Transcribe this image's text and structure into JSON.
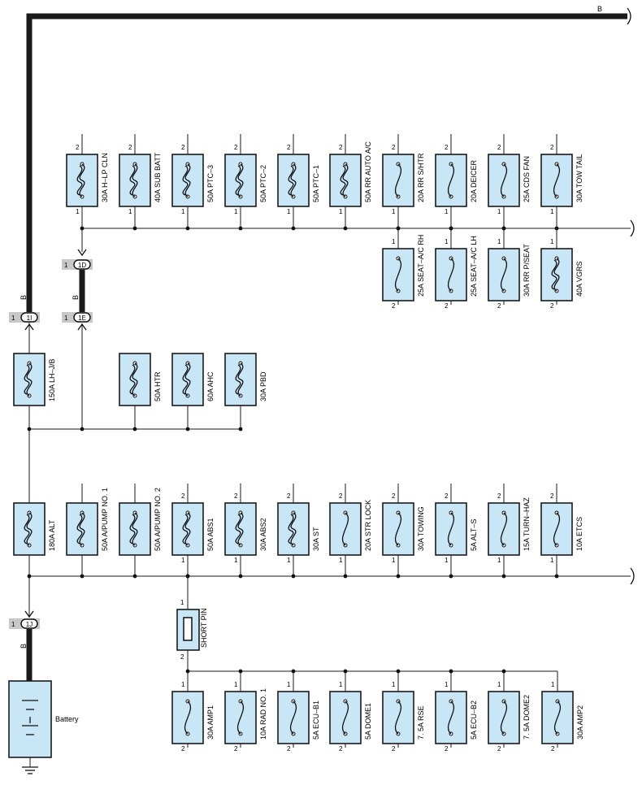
{
  "colors": {
    "fuse_fill": "#c9e6f7",
    "wire": "#1a1a1a",
    "connector_tab": "#c8c8c8"
  },
  "wire_color_labels": {
    "top_bus": "B",
    "left_riser": "B",
    "mid_riser": "B",
    "battery_lead": "B"
  },
  "connectors": [
    {
      "id": "1D",
      "pin": "1"
    },
    {
      "id": "1I",
      "pin": "1"
    },
    {
      "id": "1E",
      "pin": "1"
    },
    {
      "id": "1J",
      "pin": "1"
    }
  ],
  "rows": {
    "row_upper": [
      {
        "label": "30A H–LP CLN",
        "type": "fusible",
        "pin_top": "2",
        "pin_bottom": "1"
      },
      {
        "label": "40A SUB BATT",
        "type": "fusible",
        "pin_top": "2",
        "pin_bottom": "1"
      },
      {
        "label": "50A PTC–3",
        "type": "fusible",
        "pin_top": "2",
        "pin_bottom": "1"
      },
      {
        "label": "50A PTC–2",
        "type": "fusible",
        "pin_top": "2",
        "pin_bottom": "1"
      },
      {
        "label": "50A PTC–1",
        "type": "fusible",
        "pin_top": "2",
        "pin_bottom": "1"
      },
      {
        "label": "50A RR AUTO A/C",
        "type": "fusible",
        "pin_top": "2",
        "pin_bottom": "1"
      },
      {
        "label": "20A RR S/HTR",
        "type": "fuse",
        "pin_top": "2",
        "pin_bottom": "1"
      },
      {
        "label": "20A DEICER",
        "type": "fuse",
        "pin_top": "2",
        "pin_bottom": "1"
      },
      {
        "label": "25A CDS FAN",
        "type": "fuse",
        "pin_top": "2",
        "pin_bottom": "1"
      },
      {
        "label": "30A TOW TAIL",
        "type": "fuse",
        "pin_top": "2",
        "pin_bottom": "1"
      }
    ],
    "row_seat": [
      {
        "label": "25A SEAT–A/C RH",
        "type": "fuse",
        "pin_top": "1",
        "pin_bottom": "2"
      },
      {
        "label": "25A SEAT–A/C LH",
        "type": "fuse",
        "pin_top": "1",
        "pin_bottom": "2"
      },
      {
        "label": "30A RR P/SEAT",
        "type": "fuse",
        "pin_top": "1",
        "pin_bottom": "2"
      },
      {
        "label": "40A VGRS",
        "type": "fusible",
        "pin_top": "1",
        "pin_bottom": "2"
      }
    ],
    "row_mid": [
      {
        "label": "150A LH–J/B",
        "type": "fusible",
        "pin_top": "",
        "pin_bottom": ""
      },
      {
        "label": "50A HTR",
        "type": "fusible",
        "pin_top": "",
        "pin_bottom": ""
      },
      {
        "label": "60A AHC",
        "type": "fusible",
        "pin_top": "",
        "pin_bottom": ""
      },
      {
        "label": "30A PBD",
        "type": "fusible",
        "pin_top": "",
        "pin_bottom": ""
      }
    ],
    "row_lower": [
      {
        "label": "180A ALT",
        "type": "fusible",
        "pin_top": "",
        "pin_bottom": ""
      },
      {
        "label": "50A A/PUMP NO. 1",
        "type": "fusible",
        "pin_top": "",
        "pin_bottom": ""
      },
      {
        "label": "50A A/PUMP NO. 2",
        "type": "fusible",
        "pin_top": "",
        "pin_bottom": ""
      },
      {
        "label": "50A ABS1",
        "type": "fusible",
        "pin_top": "2",
        "pin_bottom": "1"
      },
      {
        "label": "30A ABS2",
        "type": "fusible",
        "pin_top": "2",
        "pin_bottom": "1"
      },
      {
        "label": "30A ST",
        "type": "fusible",
        "pin_top": "2",
        "pin_bottom": "1"
      },
      {
        "label": "20A STR LOCK",
        "type": "fuse",
        "pin_top": "2",
        "pin_bottom": "1"
      },
      {
        "label": "30A TOWING",
        "type": "fuse",
        "pin_top": "2",
        "pin_bottom": "1"
      },
      {
        "label": "5A ALT–S",
        "type": "fuse",
        "pin_top": "2",
        "pin_bottom": "1"
      },
      {
        "label": "15A TURN–HAZ",
        "type": "fuse",
        "pin_top": "2",
        "pin_bottom": "1"
      },
      {
        "label": "10A ETCS",
        "type": "fuse",
        "pin_top": "2",
        "pin_bottom": "1"
      }
    ],
    "row_bottom": [
      {
        "label": "30A AMP1",
        "type": "fuse",
        "pin_top": "1",
        "pin_bottom": "2"
      },
      {
        "label": "10A RAD NO. 1",
        "type": "fuse",
        "pin_top": "1",
        "pin_bottom": "2"
      },
      {
        "label": "5A ECU–B1",
        "type": "fuse",
        "pin_top": "1",
        "pin_bottom": "2"
      },
      {
        "label": "5A DOME1",
        "type": "fuse",
        "pin_top": "1",
        "pin_bottom": "2"
      },
      {
        "label": "7. 5A RSE",
        "type": "fuse",
        "pin_top": "1",
        "pin_bottom": "2"
      },
      {
        "label": "5A ECU–B2",
        "type": "fuse",
        "pin_top": "1",
        "pin_bottom": "2"
      },
      {
        "label": "7. 5A DOME2",
        "type": "fuse",
        "pin_top": "1",
        "pin_bottom": "2"
      },
      {
        "label": "30A AMP2",
        "type": "fuse",
        "pin_top": "1",
        "pin_bottom": "2"
      }
    ]
  },
  "short_pin": {
    "label": "SHORT PIN",
    "pin_top": "1",
    "pin_bottom": "2"
  },
  "battery": {
    "label": "Battery"
  }
}
